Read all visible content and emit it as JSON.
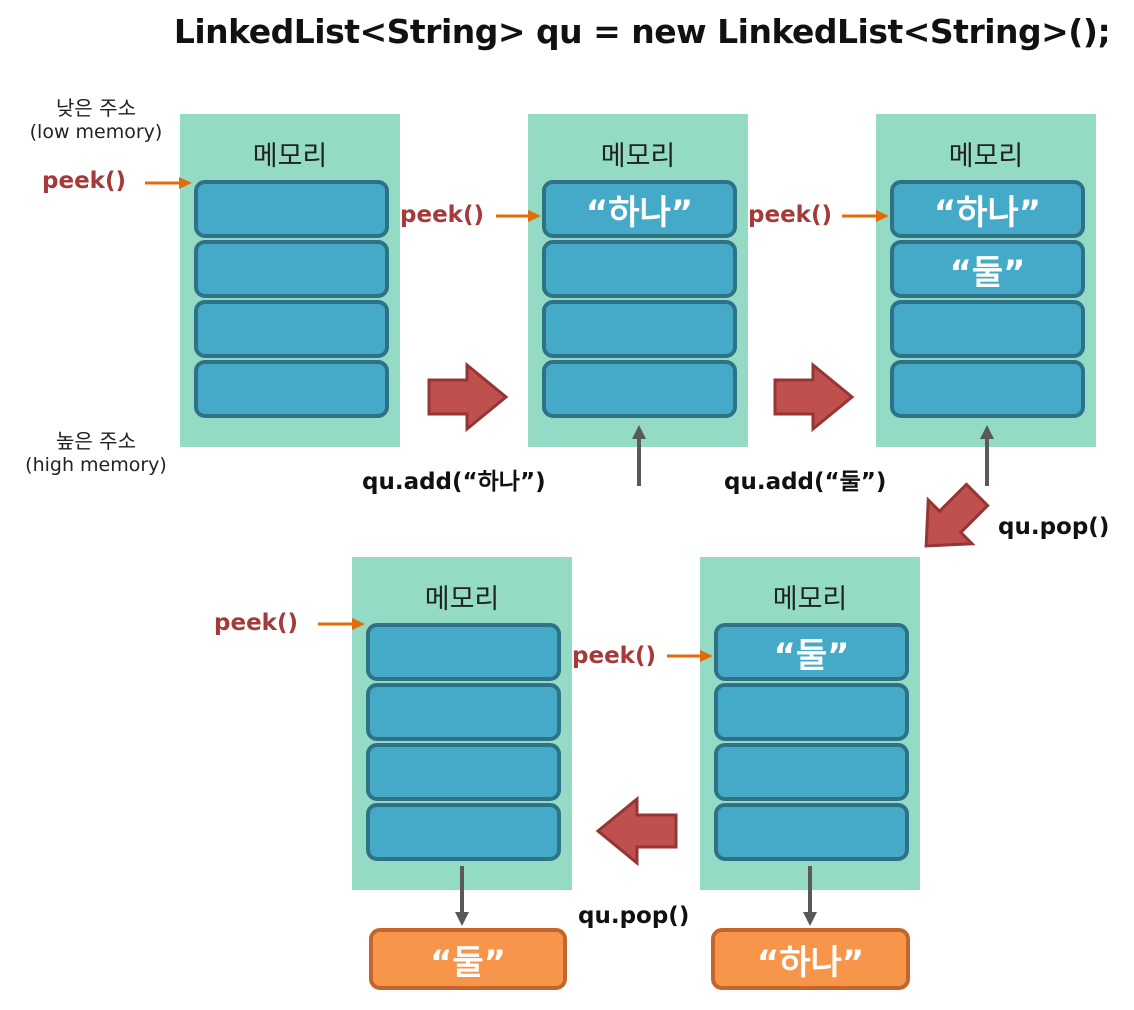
{
  "title": "LinkedList<String> qu = new LinkedList<String>();",
  "low_address": {
    "ko": "낮은 주소",
    "en": "(low memory)"
  },
  "high_address": {
    "ko": "높은 주소",
    "en": "(high memory)"
  },
  "memory_label": "메모리",
  "peek_label": "peek()",
  "steps": {
    "add_one": "qu.add(“하나”)",
    "add_two": "qu.add(“둘”)",
    "pop": "qu.pop()"
  },
  "stacks": [
    {
      "cells": [
        "",
        "",
        "",
        ""
      ]
    },
    {
      "cells": [
        "“하나”",
        "",
        "",
        ""
      ]
    },
    {
      "cells": [
        "“하나”",
        "“둘”",
        "",
        ""
      ]
    },
    {
      "cells": [
        "“둘”",
        "",
        "",
        ""
      ]
    },
    {
      "cells": [
        "",
        "",
        "",
        ""
      ]
    }
  ],
  "results": {
    "first_pop": "“하나”",
    "second_pop": "“둘”"
  },
  "colors": {
    "memory_bg": "#93dbc5",
    "cell_fill": "#45aac7",
    "cell_border": "#2f7287",
    "big_arrow": "#c0504d",
    "peek_text": "#a43a3a",
    "peek_arrow": "#e36c0a",
    "result_fill": "#f7964a"
  }
}
